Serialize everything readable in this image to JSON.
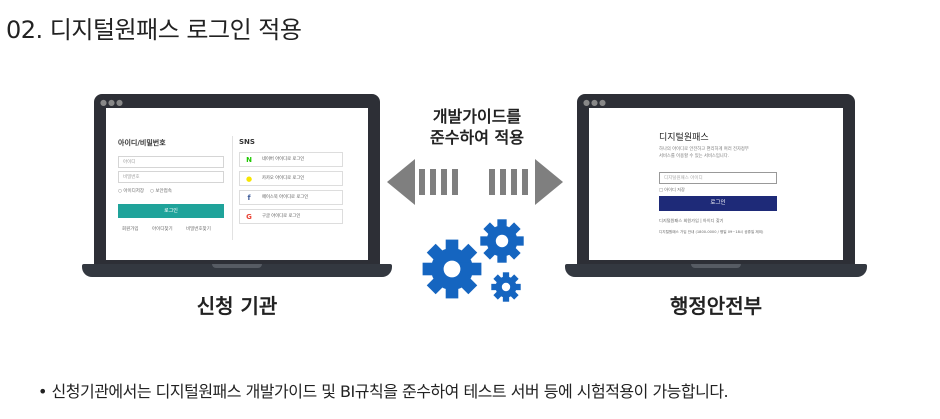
{
  "title": "02. 디지털원패스 로그인 적용",
  "arrow_label": [
    "개발가이드를",
    "준수하여 적용"
  ],
  "left_caption": "신청 기관",
  "right_caption": "행정안전부",
  "bullet_text": "신청기관에서는 디지털원패스 개발가이드 및 BI규칙을 준수하여 테스트 서버 등에 시험적용이 가능합니다.",
  "left_screen": {
    "login_header": "아이디/비밀번호",
    "id_placeholder": "아이디",
    "pw_placeholder": "비밀번호",
    "check_save_id": "아이디저장",
    "check_secure": "보안접속",
    "login_button": "로그인",
    "links": [
      "회원가입",
      "아이디찾기",
      "비밀번호찾기"
    ],
    "sns_header": "SNS",
    "sns": [
      {
        "icon": "N",
        "color": "#1ec800",
        "label": "네이버 아이디로 로그인"
      },
      {
        "icon": "●",
        "color": "#f7e600",
        "label": "카카오 아이디로 로그인"
      },
      {
        "icon": "f",
        "color": "#3b5998",
        "label": "페이스북 아이디로 로그인"
      },
      {
        "icon": "G",
        "color": "#ea4335",
        "label": "구글 아이디로 로그인"
      }
    ]
  },
  "right_screen": {
    "title": "디지털원패스",
    "description": [
      "하나의 아이디로 안전하고 편리하게 여러 전자정부",
      "서비스를 이용할 수 있는 서비스입니다."
    ],
    "id_placeholder": "디지털원패스 아이디",
    "check_save_id": "아이디 저장",
    "login_button": "로그인",
    "links": "디지털원패스 회원가입 | 아이디 찾기",
    "footer": "디지털원패스 가입 안내 (1800-0000 / 평일 09~18시 공휴일 제외)"
  },
  "colors": {
    "arrow": "#7f7f7f",
    "gear": "#1565c0",
    "left_button": "#1fa39a",
    "right_button": "#1e2a78",
    "laptop": "#2d2f36"
  }
}
